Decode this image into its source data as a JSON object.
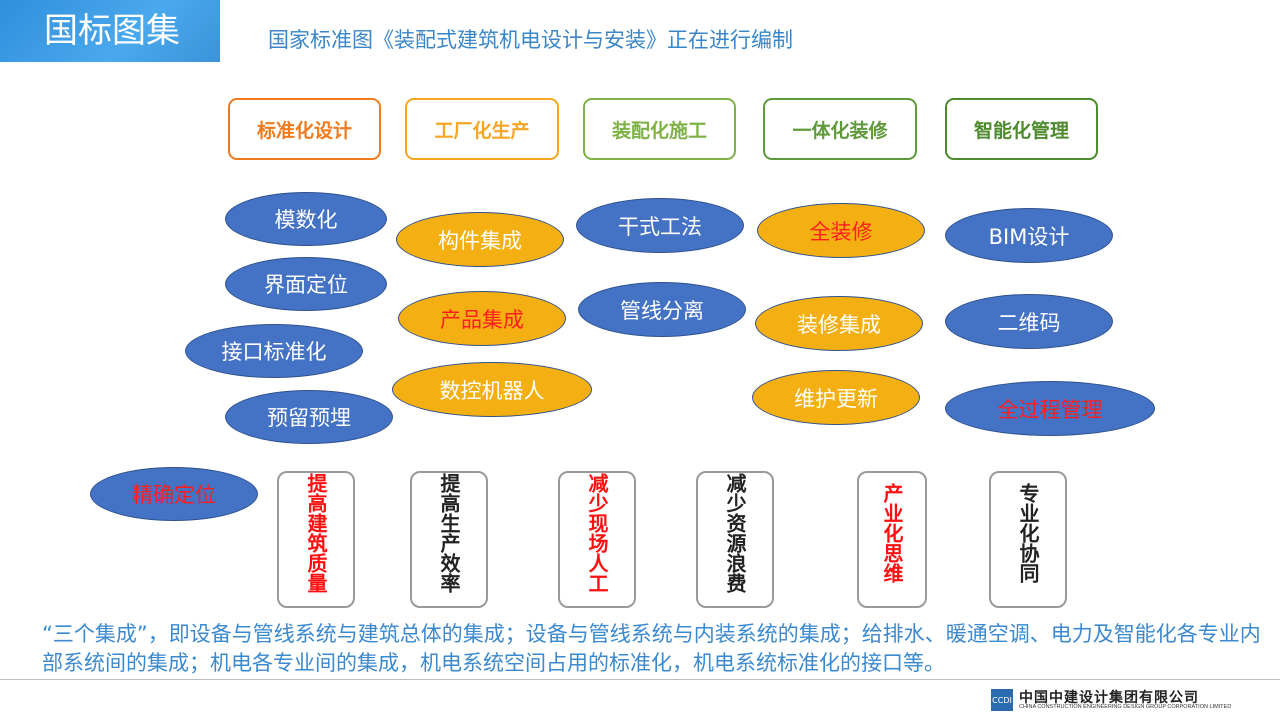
{
  "header": {
    "badge": "国标图集",
    "title": "国家标准图《装配式建筑机电设计与安装》正在进行编制"
  },
  "categories": [
    {
      "label": "标准化设计",
      "color": "#f07a1e"
    },
    {
      "label": "工厂化生产",
      "color": "#f5a623"
    },
    {
      "label": "装配化施工",
      "color": "#7fb246"
    },
    {
      "label": "一体化装修",
      "color": "#5f9a3a"
    },
    {
      "label": "智能化管理",
      "color": "#4e8a2e"
    }
  ],
  "col1": [
    "模数化",
    "界面定位",
    "接口标准化",
    "预留预埋",
    "精确定位"
  ],
  "col2": [
    "构件集成",
    "产品集成",
    "数控机器人"
  ],
  "col3": [
    "干式工法",
    "管线分离"
  ],
  "col4": [
    "全装修",
    "装修集成",
    "维护更新"
  ],
  "col5": [
    "BIM设计",
    "二维码",
    "全过程管理"
  ],
  "benefits": [
    "提高建筑质量",
    "提高生产效率",
    "减少现场人工",
    "减少资源浪费",
    "产业化思维",
    "专业化协同"
  ],
  "summary": "“三个集成”，即设备与管线系统与建筑总体的集成；设备与管线系统与内装系统的集成；给排水、暖通空调、电力及智能化各专业内部系统间的集成；机电各专业间的集成，机电系统空间占用的标准化，机电系统标准化的接口等。",
  "footer": {
    "logo_mark": "CCDI",
    "company_cn": "中国中建设计集团有限公司",
    "company_en": "CHINA CONSTRUCTION ENGINEERING DESIGN GROUP CORPORATION LIMITED"
  }
}
